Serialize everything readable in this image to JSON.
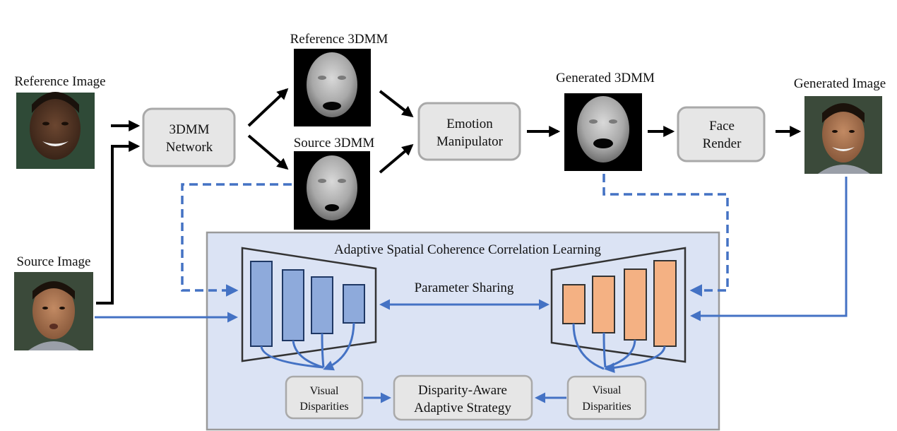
{
  "images": {
    "reference_image": "Reference Image",
    "source_image": "Source Image",
    "generated_image": "Generated Image",
    "reference_3dmm": "Reference 3DMM",
    "source_3dmm": "Source 3DMM",
    "generated_3dmm": "Generated 3DMM"
  },
  "modules": {
    "network_line1": "3DMM",
    "network_line2": "Network",
    "emotion_line1": "Emotion",
    "emotion_line2": "Manipulator",
    "render_line1": "Face",
    "render_line2": "Render"
  },
  "learning": {
    "title": "Adaptive Spatial Coherence Correlation Learning",
    "parameter_sharing": "Parameter Sharing",
    "visual_left_line1": "Visual",
    "visual_left_line2": "Disparities",
    "visual_right_line1": "Visual",
    "visual_right_line2": "Disparities",
    "strategy_line1": "Disparity-Aware",
    "strategy_line2": "Adaptive Strategy"
  },
  "colors": {
    "panel_fill": "#dbe3f4",
    "left_encoder_bars": "#8eaadb",
    "right_encoder_bars": "#f4b183",
    "flow_arrows": "#4472c4",
    "module_fill": "#e6e6e6"
  }
}
